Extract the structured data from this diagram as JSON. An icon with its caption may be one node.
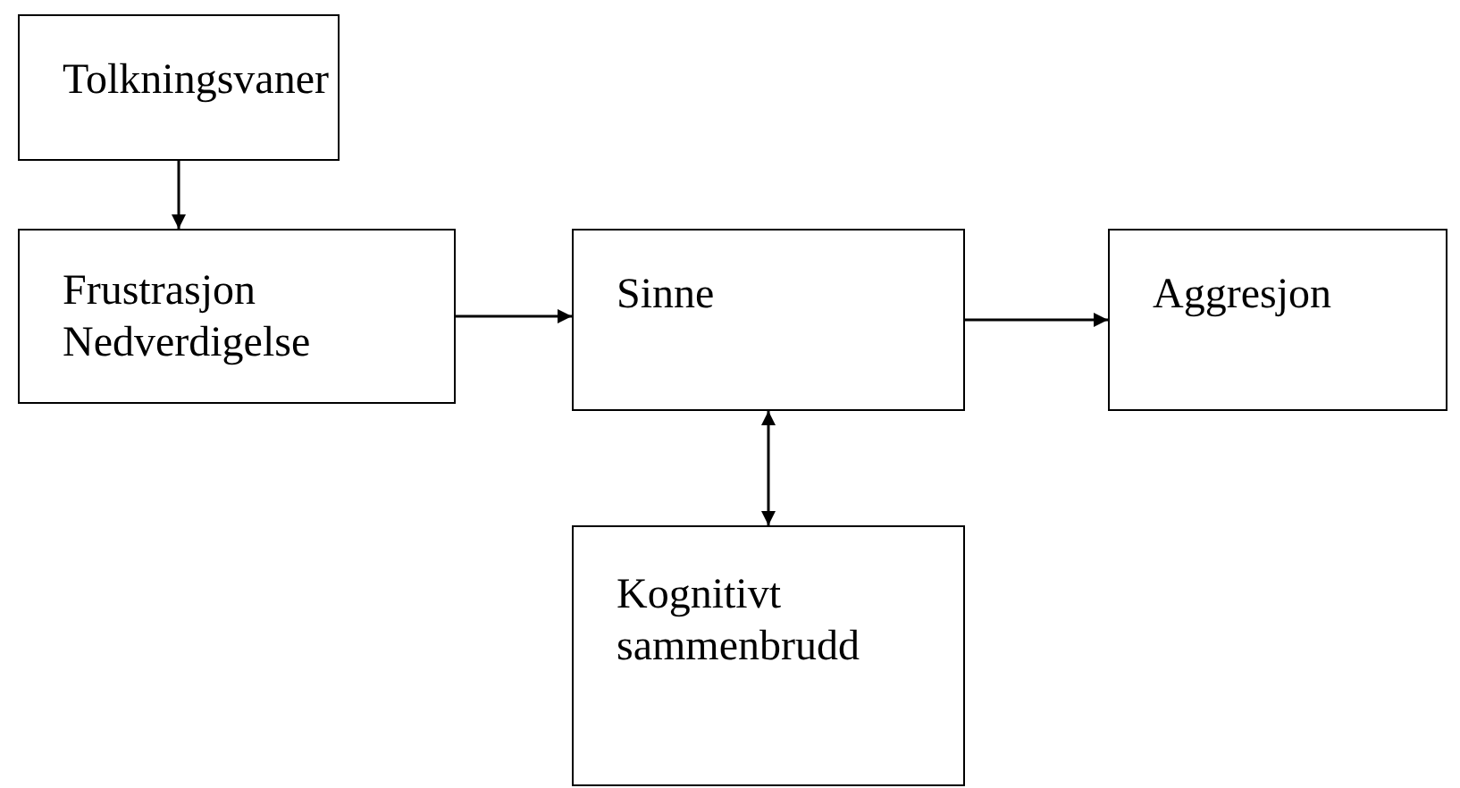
{
  "diagram": {
    "nodes": [
      {
        "text": [
          "Tolkningsvaner"
        ]
      },
      {
        "text": [
          "Frustrasjon Nedverdigelse"
        ]
      },
      {
        "text": [
          "Sinne"
        ]
      },
      {
        "text": [
          "Aggresjon"
        ]
      },
      {
        "text": [
          "Kognitivt sammenbrudd"
        ]
      }
    ],
    "edges": [
      {
        "from": 0,
        "to": 1,
        "arrow": "to"
      },
      {
        "from": 1,
        "to": 2,
        "arrow": "to"
      },
      {
        "from": 2,
        "to": 3,
        "arrow": "to"
      },
      {
        "from": 2,
        "to": 4,
        "arrow": "both"
      }
    ]
  }
}
